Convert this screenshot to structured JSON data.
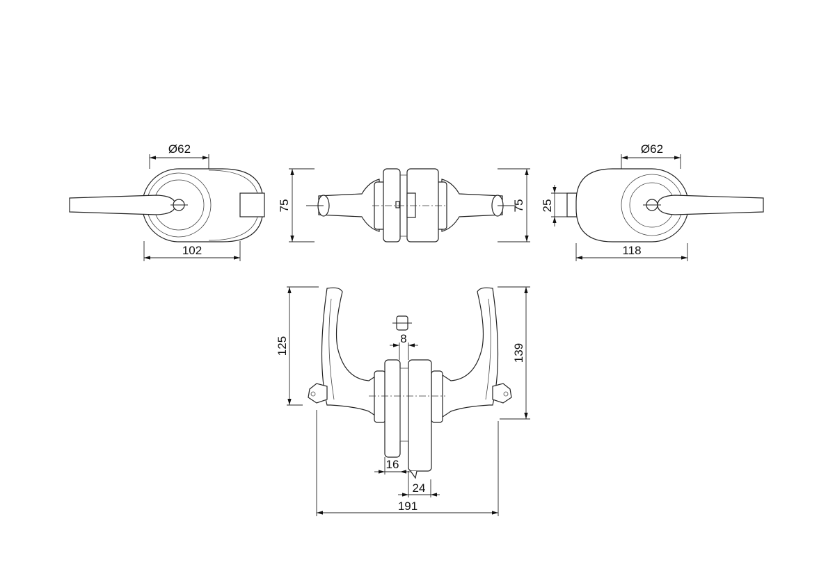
{
  "drawing": {
    "front_view_left": {
      "diameter": "Ø62",
      "width": "102"
    },
    "side_view": {
      "height_left": "75",
      "height_right": "75"
    },
    "front_view_right": {
      "diameter": "Ø62",
      "width": "118",
      "latch_height": "25"
    },
    "bottom_view": {
      "lever_height": "125",
      "total_height": "139",
      "gap": "8",
      "rose_depth": "16",
      "latch_depth": "24",
      "total_width": "191"
    }
  }
}
